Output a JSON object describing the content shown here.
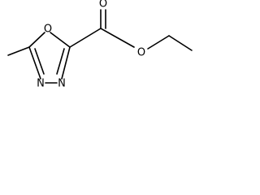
{
  "molecule": {
    "atoms": {
      "ring_oxygen": "O",
      "carbonyl_oxygen": "O",
      "ester_oxygen": "O",
      "nitrogen_left": "N",
      "nitrogen_right": "N"
    }
  }
}
